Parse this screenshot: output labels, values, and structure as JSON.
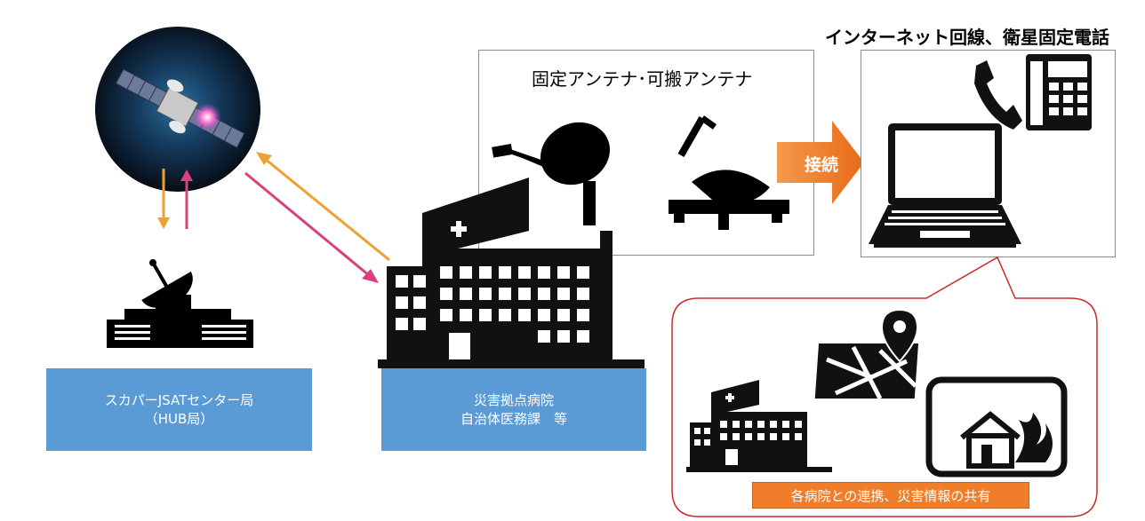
{
  "center_station": {
    "line1": "スカパーJSATセンター局",
    "line2": "（HUB局）"
  },
  "hospital": {
    "line1": "災害拠点病院",
    "line2": "自治体医務課　等"
  },
  "antenna_panel": {
    "title": "固定アンテナ･可搬アンテナ"
  },
  "connect_arrow": {
    "label": "接続"
  },
  "internet_panel": {
    "title": "インターネット回線、衛星固定電話"
  },
  "callout": {
    "caption": "各病院との連携、災害情報の共有"
  },
  "colors": {
    "uplink": "#d9417e",
    "downlink": "#f0a030",
    "box": "#5b9bd5",
    "accent": "#f07d2a",
    "callout_border": "#cc2a2a"
  },
  "icons": [
    "satellite-icon",
    "ground-station-dish-icon",
    "hospital-building-icon",
    "fixed-antenna-icon",
    "portable-antenna-icon",
    "laptop-icon",
    "telephone-handset-icon",
    "desk-phone-icon",
    "map-pin-icon",
    "small-hospital-icon",
    "house-fire-icon"
  ]
}
